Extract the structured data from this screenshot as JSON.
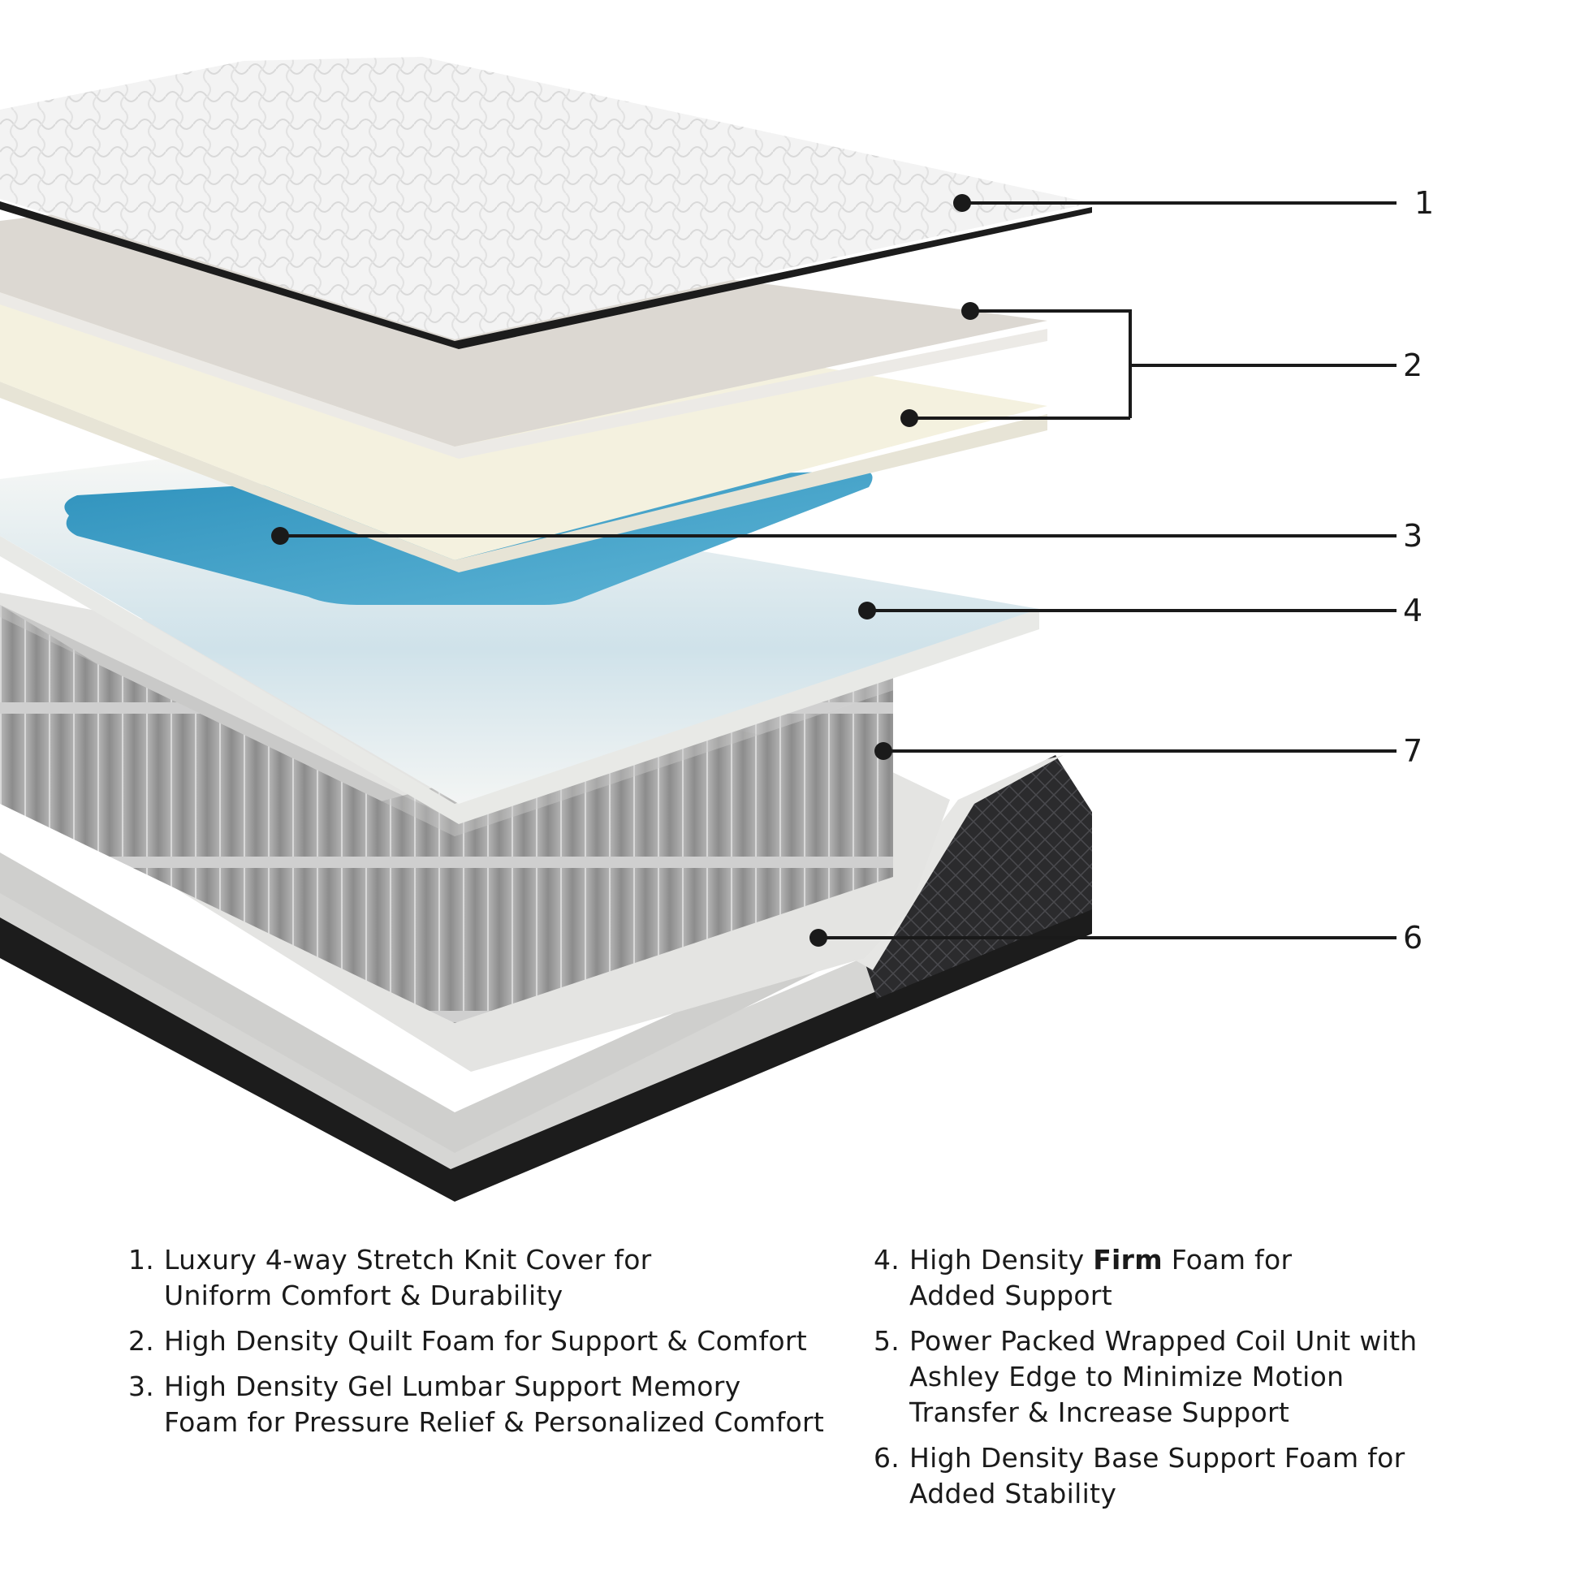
{
  "callouts": [
    "1",
    "2",
    "3",
    "4",
    "7",
    "6"
  ],
  "legend": {
    "left": [
      {
        "num": "1.",
        "lines": [
          "Luxury 4-way Stretch Knit Cover for",
          "Uniform Comfort & Durability"
        ]
      },
      {
        "num": "2.",
        "lines": [
          "High Density Quilt Foam for Support & Comfort"
        ]
      },
      {
        "num": "3.",
        "lines": [
          "High Density Gel Lumbar Support Memory",
          "Foam for Pressure Relief & Personalized Comfort"
        ]
      }
    ],
    "right": [
      {
        "num": "4.",
        "pre": "High Density ",
        "bold": "Firm",
        "post": " Foam for",
        "line2": "Added Support"
      },
      {
        "num": "5.",
        "lines": [
          "Power Packed Wrapped Coil Unit with",
          "Ashley Edge to Minimize Motion",
          "Transfer & Increase Support"
        ]
      },
      {
        "num": "6.",
        "lines": [
          "High Density Base Support Foam for",
          "Added Stability"
        ]
      }
    ]
  },
  "colors": {
    "cover": "#f2f2f2",
    "cover_edge": "#1c1c1c",
    "quilt_foam": "#dcd8d2",
    "memory_foam": "#f4f1df",
    "gel": "#3f9fc4",
    "firm_foam": "#f5f6f4",
    "coils": "#9a9a9a",
    "base_foam": "#e4e4e2",
    "side_fabric": "#2b2b2d",
    "line": "#1a1a1a"
  },
  "icons": [
    "mattress-layers-illustration"
  ]
}
